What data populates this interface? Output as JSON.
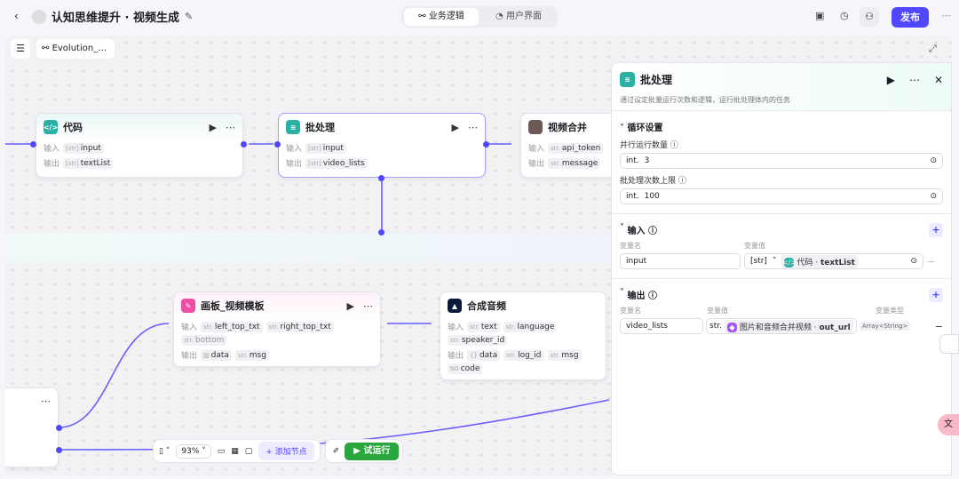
{
  "header": {
    "title": "认知思维提升 · 视频生成",
    "tabs": [
      "业务逻辑",
      "用户界面"
    ],
    "publish": "发布"
  },
  "canvas": {
    "workflow_name": "Evolution_…",
    "zoom": "93%",
    "add_node": "添加节点",
    "test_run": "试运行"
  },
  "nodes": {
    "code": {
      "title": "代码",
      "in_label": "输入",
      "out_label": "输出",
      "inputs": [
        "input"
      ],
      "outputs": [
        "textList"
      ]
    },
    "batch": {
      "title": "批处理",
      "in_label": "输入",
      "out_label": "输出",
      "inputs": [
        "input"
      ],
      "outputs": [
        "video_lists"
      ]
    },
    "merge": {
      "title": "视频合并",
      "in_label": "输入",
      "out_label": "输出",
      "inputs": [
        "api_token"
      ],
      "outputs": [
        "message"
      ]
    },
    "board": {
      "title": "画板_视频模板",
      "in_label": "输入",
      "out_label": "输出",
      "inputs": [
        "left_top_txt",
        "right_top_txt",
        "bottom"
      ],
      "outputs": [
        "data",
        "msg"
      ]
    },
    "audio": {
      "title": "合成音频",
      "in_label": "输入",
      "out_label": "输出",
      "inputs": [
        "text",
        "language",
        "speaker_id"
      ],
      "outputs": [
        "data",
        "log_id",
        "msg",
        "code"
      ]
    }
  },
  "panel": {
    "title": "批处理",
    "desc": "通过设定批量运行次数和逻辑，运行批处理体内的任务",
    "loop": {
      "title": "循环设置",
      "parallel_label": "并行运行数量",
      "parallel_type": "int.",
      "parallel_value": "3",
      "max_label": "批处理次数上限",
      "max_type": "int.",
      "max_value": "100"
    },
    "input": {
      "title": "输入",
      "col_name": "变量名",
      "col_value": "变量值",
      "name": "input",
      "type": "[str]",
      "ref_node": "代码",
      "ref_var": "textList"
    },
    "output": {
      "title": "输出",
      "col_name": "变量名",
      "col_value": "变量值",
      "col_type": "变量类型",
      "name": "video_lists",
      "type": "str.",
      "ref_node": "图片和音频合并视频",
      "ref_var": "out_url",
      "var_type": "Array<String>"
    }
  }
}
